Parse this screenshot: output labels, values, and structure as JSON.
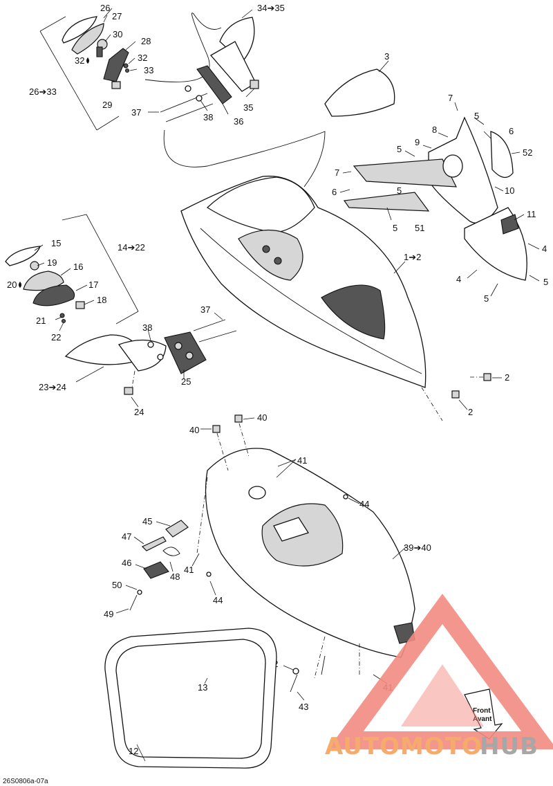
{
  "diagram": {
    "drawing_code": "26S0806a-07a",
    "callouts": {
      "c26": "26",
      "c27": "27",
      "c30": "30",
      "c28": "28",
      "c32a": "32",
      "c32b": "32",
      "c33": "33",
      "c29": "29",
      "c26_33": "26➔33",
      "c34_35": "34➔35",
      "c35": "35",
      "c36": "36",
      "c37a": "37",
      "c38a": "38",
      "c3": "3",
      "c7a": "7",
      "c7b": "7",
      "c8": "8",
      "c9": "9",
      "c6a": "6",
      "c6b": "6",
      "c5a": "5",
      "c5b": "5",
      "c5c": "5",
      "c5d": "5",
      "c5e": "5",
      "c5f": "5",
      "c52": "52",
      "c10": "10",
      "c51": "51",
      "c11": "11",
      "c4a": "4",
      "c4b": "4",
      "c1_2": "1➔2",
      "c15": "15",
      "c19": "19",
      "c20": "20",
      "c16": "16",
      "c17": "17",
      "c18": "18",
      "c21": "21",
      "c22": "22",
      "c14_22": "14➔22",
      "c37b": "37",
      "c38b": "38",
      "c25": "25",
      "c23_24": "23➔24",
      "c24": "24",
      "c2a": "2",
      "c2b": "2",
      "c40a": "40",
      "c40b": "40",
      "c41a": "41",
      "c41b": "41",
      "c41c": "41",
      "c44a": "44",
      "c44b": "44",
      "c45": "45",
      "c47": "47",
      "c46": "46",
      "c48": "48",
      "c50": "50",
      "c49": "49",
      "c39_40": "39➔40",
      "c42": "42",
      "c43": "43",
      "c13": "13",
      "c12": "12"
    },
    "front_badge": {
      "line1": "Front",
      "line2": "Avant"
    }
  },
  "watermark": {
    "part1": "AUTOMOTO",
    "part2": "HUB",
    "color_primary": "#f28b82",
    "color_accent": "#f5a35c",
    "color_dark": "#9e9e9e"
  }
}
